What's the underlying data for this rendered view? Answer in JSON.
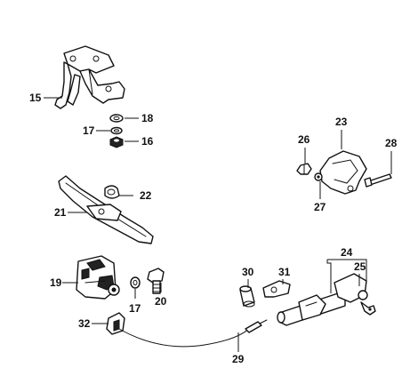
{
  "callouts": {
    "c15": "15",
    "c16": "16",
    "c17a": "17",
    "c18": "18",
    "c19": "19",
    "c20": "20",
    "c21": "21",
    "c22": "22",
    "c23": "23",
    "c24": "24",
    "c25": "25",
    "c26": "26",
    "c27": "27",
    "c28": "28",
    "c29": "29",
    "c30": "30",
    "c31": "31",
    "c32": "32",
    "c17b": "17"
  }
}
